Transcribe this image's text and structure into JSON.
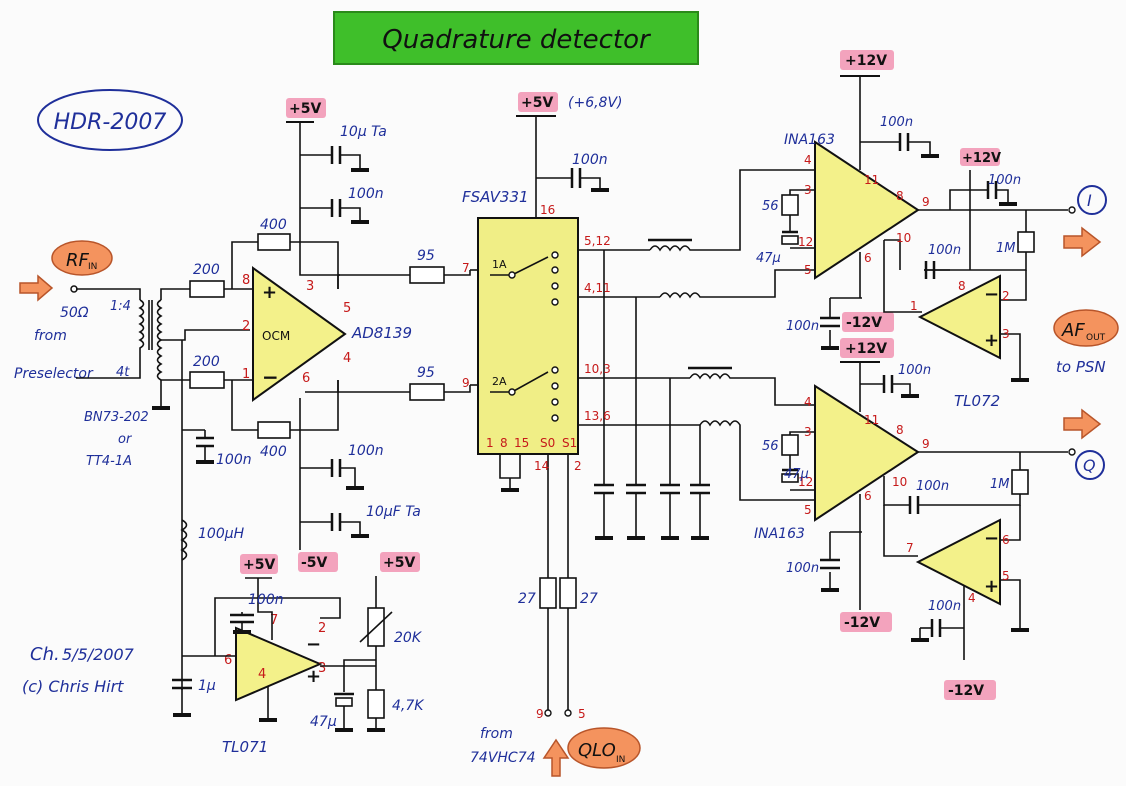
{
  "title": "Quadrature detector",
  "logo": "HDR-2007",
  "credit": {
    "date": "5/5/2007",
    "author": "(c) Chris Hirt",
    "sig": "Ch."
  },
  "colors": {
    "ink": "#1b1b1b",
    "blue": "#1f2f9a",
    "red": "#c61a1a",
    "opamp": "#f3f18a",
    "mux": "#f0ee86",
    "title_bg": "#3fbf2a",
    "pink": "#f3a3bd",
    "orange": "#f4935e"
  },
  "rails": {
    "p5v": "+5V",
    "m5v": "-5V",
    "p68": "+5V",
    "p68_note": "(+6,8V)",
    "p12": "+12V",
    "m12": "-12V"
  },
  "rf_in": {
    "label": "RF",
    "sub": "IN",
    "imp": "50Ω",
    "ratio": "1:4",
    "turns": "4t",
    "from": "from",
    "src": "Preselector",
    "core1": "BN73-202",
    "or": "or",
    "core2": "TT4-1A"
  },
  "adc": {
    "name": "AD8139",
    "ocm": "OCM",
    "r_in1": "200",
    "r_in2": "200",
    "r_fb1": "400",
    "r_fb2": "400",
    "r_out1": "95",
    "r_out2": "95",
    "c_ta1": "10µ Ta",
    "c_ta2": "10µF Ta",
    "c1": "100n",
    "c2": "100n",
    "c_ocm": "100n",
    "l": "100µH",
    "c_bias": "1µ",
    "pins": {
      "p8": "8",
      "p3": "3",
      "p5": "5",
      "p2": "2",
      "p1": "1",
      "p6": "6",
      "p4": "4"
    }
  },
  "tl071": {
    "name": "TL071",
    "c": "100n",
    "pot": "20K",
    "r": "4,7K",
    "c_el": "47µ",
    "pins": {
      "p7": "7",
      "p2": "2",
      "p6": "6",
      "p3": "3",
      "p4": "4"
    }
  },
  "mux": {
    "name": "FSAV331",
    "p16": "16",
    "p7": "7",
    "p9": "9",
    "ch_a1": "1A",
    "ch_a2": "2A",
    "o1": "5,12",
    "o2": "4,11",
    "o3": "10,3",
    "o4": "13,6",
    "b1": "1",
    "b8": "8",
    "b15": "15",
    "s0": "S0",
    "s1": "S1",
    "p14": "14",
    "p2": "2",
    "c": "100n",
    "r1": "27",
    "r2": "27",
    "lo_pin1": "9",
    "lo_pin2": "5",
    "lo_from": "from",
    "lo_src": "74VHC74",
    "lo_label": "QLO",
    "lo_sub": "IN"
  },
  "ina_i": {
    "name": "INA163",
    "c_top": "100n",
    "r": "56",
    "c_el": "47µ",
    "c_bot": "100n",
    "pins": {
      "p4": "4",
      "p3": "3",
      "p12": "12",
      "p5": "5",
      "p11": "11",
      "p8": "8",
      "p9": "9",
      "p10": "10",
      "p6": "6"
    }
  },
  "ina_q": {
    "name": "INA163",
    "c_top": "100n",
    "r": "56",
    "c_el": "47µ",
    "c_bot": "100n",
    "pins": {
      "p4": "4",
      "p3": "3",
      "p12": "12",
      "p5": "5",
      "p11": "11",
      "p8": "8",
      "p9": "9",
      "p10": "10",
      "p6": "6"
    }
  },
  "tl072": {
    "name": "TL072",
    "r1": "1M",
    "r2": "1M",
    "c1": "100n",
    "c2": "100n",
    "c3": "100n",
    "c4": "100n",
    "pins_a": {
      "p8": "8",
      "p1": "1",
      "p2": "2",
      "p3": "3"
    },
    "pins_b": {
      "p7": "7",
      "p6": "6",
      "p5": "5",
      "p4": "4"
    }
  },
  "outputs": {
    "i": "I",
    "q": "Q",
    "af": "AF",
    "af_sub": "OUT",
    "to": "to PSN"
  }
}
